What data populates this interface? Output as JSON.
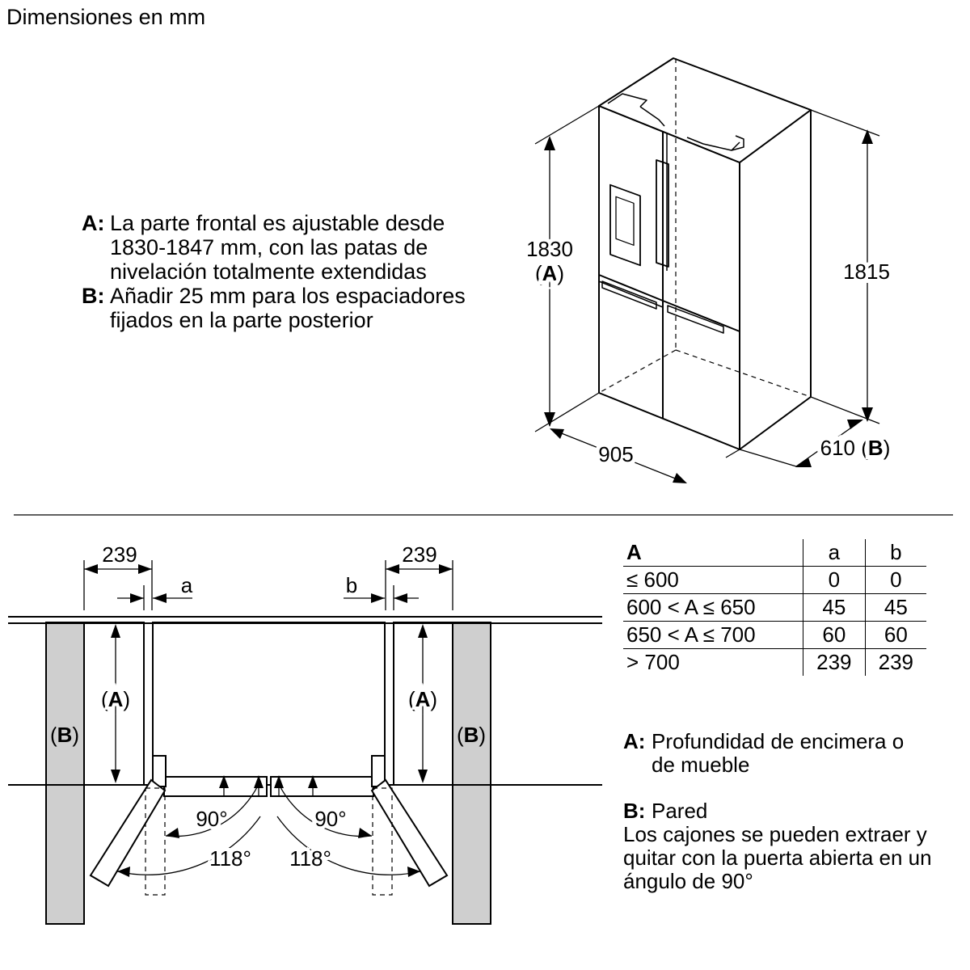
{
  "title": "Dimensiones en mm",
  "notes_top": [
    {
      "key": "A:",
      "lines": [
        "La parte frontal es ajustable desde",
        "1830-1847 mm, con las patas de",
        "nivelación totalmente extendidas"
      ]
    },
    {
      "key": "B:",
      "lines": [
        "Añadir 25 mm para los espaciadores",
        "fijados en la parte posterior"
      ]
    }
  ],
  "dimensions": {
    "height_front": "1830",
    "height_front_ref": "A",
    "height_back": "1815",
    "width": "905",
    "depth": "610",
    "depth_ref": "B"
  },
  "plan": {
    "left_offset": "239",
    "right_offset": "239",
    "gap_left": "a",
    "gap_right": "b",
    "label_A": "A",
    "label_B": "B",
    "angle_90": "90°",
    "angle_118": "118°"
  },
  "table": {
    "headers": [
      "A",
      "a",
      "b"
    ],
    "rows": [
      [
        "≤ 600",
        "0",
        "0"
      ],
      [
        "600 < A ≤ 650",
        "45",
        "45"
      ],
      [
        "650 < A ≤ 700",
        "60",
        "60"
      ],
      [
        "> 700",
        "239",
        "239"
      ]
    ]
  },
  "notes_bottom": {
    "a_key": "A:",
    "a_lines": [
      "Profundidad de encimera o",
      "de mueble"
    ],
    "b_key": "B:",
    "b_title": "Pared",
    "b_lines": [
      "Los cajones se pueden extraer y",
      "quitar con la puerta abierta en un",
      "ángulo de 90°"
    ]
  }
}
